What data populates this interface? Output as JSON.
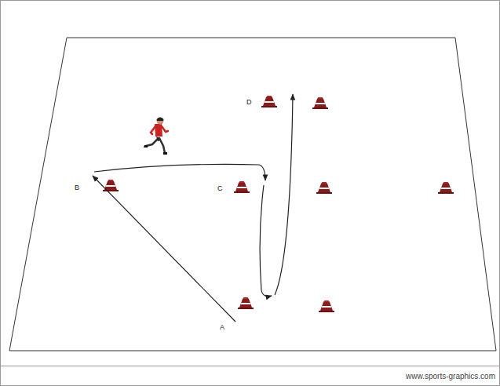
{
  "diagram": {
    "labels": [
      "D",
      "B",
      "C",
      "A",
      "www.sports-graphics.com"
    ]
  }
}
